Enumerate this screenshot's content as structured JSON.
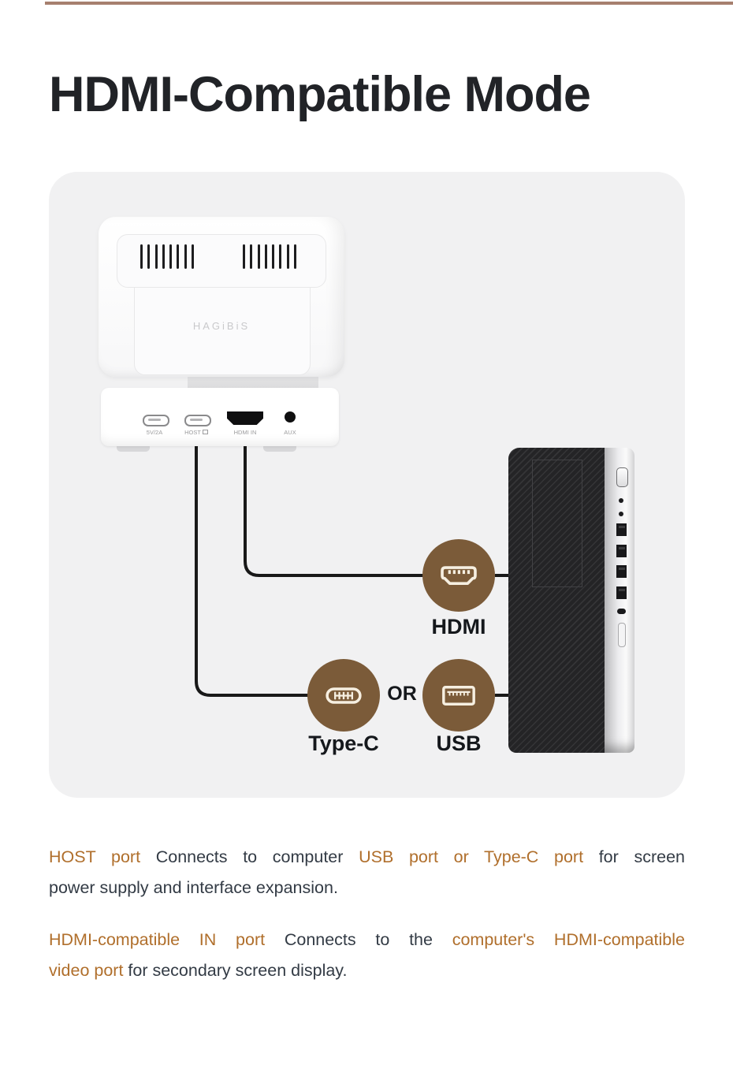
{
  "page": {
    "title": "HDMI-Compatible Mode"
  },
  "colors": {
    "top_rule": "#a67f6e",
    "card_background": "#f1f1f2",
    "badge_brown": "#7b5b39",
    "highlight_text": "#b06f2c",
    "connection_line": "#191919"
  },
  "diagram": {
    "brand": "HAGiBiS",
    "dock_ports": [
      {
        "label": "5V/2A"
      },
      {
        "label": "HOST"
      },
      {
        "label": "HDMI IN"
      },
      {
        "label": "AUX"
      }
    ],
    "badges": {
      "hdmi": "HDMI",
      "or": "OR",
      "type_c": "Type-C",
      "usb": "USB"
    }
  },
  "paragraphs": [
    {
      "lines": [
        {
          "segments": [
            {
              "t": "HOST port",
              "hl": true
            },
            {
              "t": " Connects to computer ",
              "hl": false
            },
            {
              "t": "USB port or Type-C port",
              "hl": true
            },
            {
              "t": " for screen",
              "hl": false
            }
          ]
        },
        {
          "segments": [
            {
              "t": "power supply and interface expansion.",
              "hl": false
            }
          ]
        }
      ]
    },
    {
      "lines": [
        {
          "segments": [
            {
              "t": "HDMI-compatible IN port",
              "hl": true
            },
            {
              "t": " Connects to the ",
              "hl": false
            },
            {
              "t": "computer's HDMI-compatible",
              "hl": true
            }
          ]
        },
        {
          "segments": [
            {
              "t": "video port",
              "hl": true
            },
            {
              "t": " for secondary screen display.",
              "hl": false
            }
          ]
        }
      ]
    }
  ]
}
